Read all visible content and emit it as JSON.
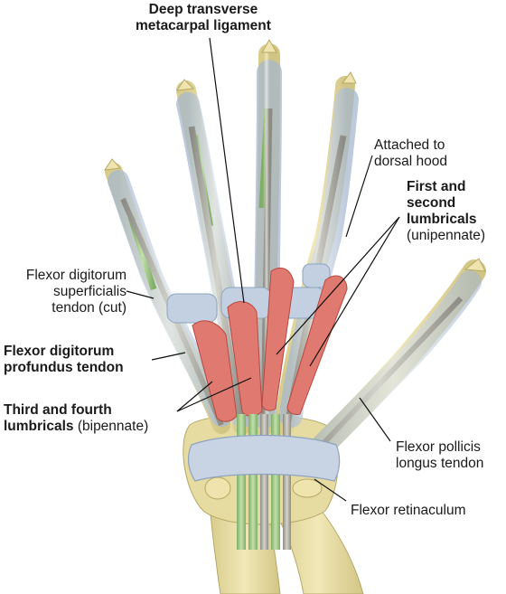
{
  "labels": {
    "deep_transverse": {
      "line1": "Deep transverse",
      "line2": "metacarpal ligament"
    },
    "attached_dorsal": {
      "line1": "Attached to",
      "line2": "dorsal hood"
    },
    "first_second": {
      "line1": "First and",
      "line2": "second",
      "line3": "lumbricals",
      "line4": "(unipennate)"
    },
    "fds": {
      "line1": "Flexor digitorum",
      "line2": "superficialis",
      "line3": "tendon (cut)"
    },
    "fdp": {
      "line1": "Flexor digitorum",
      "line2": "profundus tendon"
    },
    "third_fourth": {
      "line1": "Third and fourth",
      "line2": "lumbricals",
      "line2b": " (bipennate)"
    },
    "fpl": {
      "line1": "Flexor pollicis",
      "line2": "longus tendon"
    },
    "retinaculum": {
      "line1": "Flexor retinaculum"
    }
  },
  "colors": {
    "bone": "#e9dfa6",
    "bone_shadow": "#c9bc78",
    "sheath": "#c6d3e3",
    "sheath_edge": "#8ea3bf",
    "tendon": "#b7b7ae",
    "tendon_edge": "#6f6f68",
    "muscle": "#e07a70",
    "muscle_dark": "#b9473f",
    "green_tendon": "#a9cf8f",
    "leader": "#111111"
  }
}
